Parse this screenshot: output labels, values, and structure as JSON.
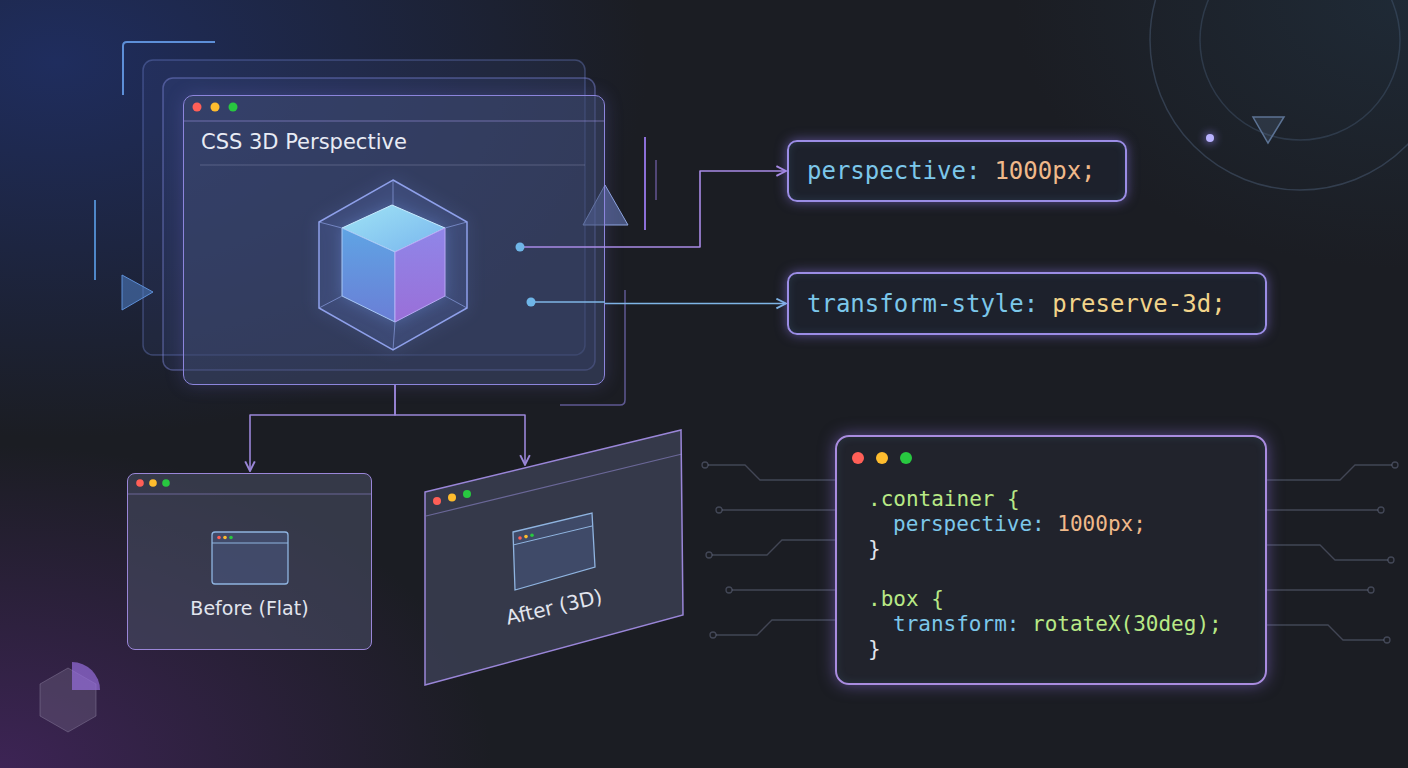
{
  "diagram": {
    "nodes": [
      {
        "text": [
          "CSS 3D Perspective"
        ]
      },
      {
        "text": [
          "perspective:",
          "1000px;"
        ]
      },
      {
        "text": [
          "transform-style:",
          "preserve-3d;"
        ]
      },
      {
        "text": [
          "Before (Flat)"
        ]
      },
      {
        "text": [
          "After (3D)"
        ]
      },
      {
        "text": [
          ".container {",
          "perspective:",
          "1000px;",
          "}",
          ".box {",
          "transform:",
          "rotateX(30deg);",
          "}"
        ]
      }
    ],
    "edges": [
      {
        "from": 0,
        "to": 1,
        "arrow": "to"
      },
      {
        "from": 0,
        "to": 2,
        "arrow": "to"
      },
      {
        "from": 0,
        "to": 3,
        "arrow": "to"
      },
      {
        "from": 0,
        "to": 4,
        "arrow": "to"
      }
    ]
  }
}
